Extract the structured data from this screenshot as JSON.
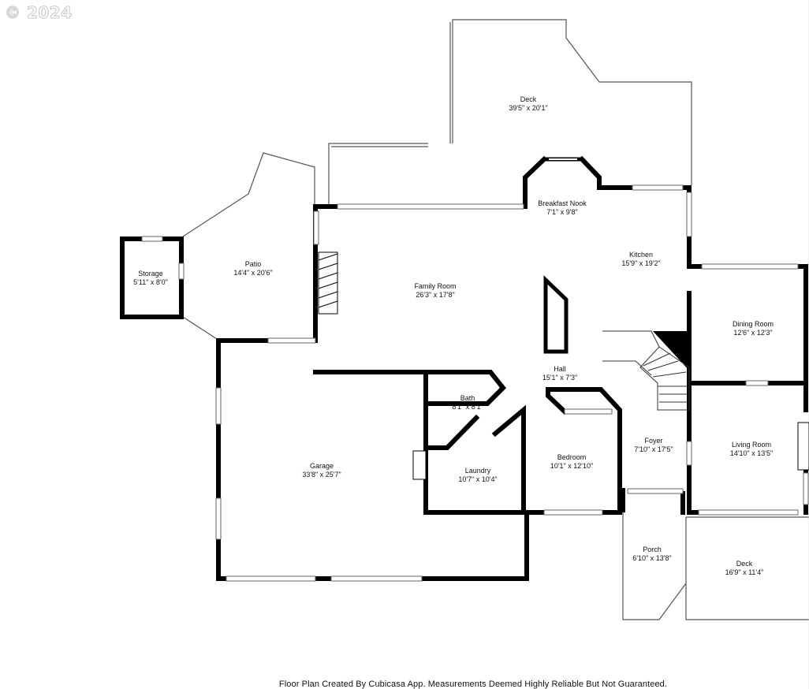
{
  "watermark": "© 2024",
  "rooms": [
    {
      "key": "deck_top",
      "name": "Deck",
      "dim": "39'5\" x 20'1\""
    },
    {
      "key": "breakfast",
      "name": "Breakfast Nook",
      "dim": "7'1\" x 9'8\""
    },
    {
      "key": "kitchen",
      "name": "Kitchen",
      "dim": "15'9\" x 19'2\""
    },
    {
      "key": "storage",
      "name": "Storage",
      "dim": "5'11\" x 8'0\""
    },
    {
      "key": "patio",
      "name": "Patio",
      "dim": "14'4\" x 20'6\""
    },
    {
      "key": "family",
      "name": "Family Room",
      "dim": "26'3\" x 17'8\""
    },
    {
      "key": "dining",
      "name": "Dining Room",
      "dim": "12'6\" x 12'3\""
    },
    {
      "key": "hall",
      "name": "Hall",
      "dim": "15'1\" x 7'3\""
    },
    {
      "key": "bath",
      "name": "Bath",
      "dim": "8'1\" x 8'1\""
    },
    {
      "key": "garage",
      "name": "Garage",
      "dim": "33'8\" x 25'7\""
    },
    {
      "key": "laundry",
      "name": "Laundry",
      "dim": "10'7\" x 10'4\""
    },
    {
      "key": "bedroom",
      "name": "Bedroom",
      "dim": "10'1\" x 12'10\""
    },
    {
      "key": "foyer",
      "name": "Foyer",
      "dim": "7'10\" x 17'5\""
    },
    {
      "key": "living",
      "name": "Living Room",
      "dim": "14'10\" x 13'5\""
    },
    {
      "key": "porch",
      "name": "Porch",
      "dim": "6'10\" x 13'8\""
    },
    {
      "key": "deck_bottom",
      "name": "Deck",
      "dim": "16'9\" x 11'4\""
    }
  ],
  "footer": "Floor Plan Created By Cubicasa App. Measurements Deemed Highly Reliable But Not Guaranteed."
}
